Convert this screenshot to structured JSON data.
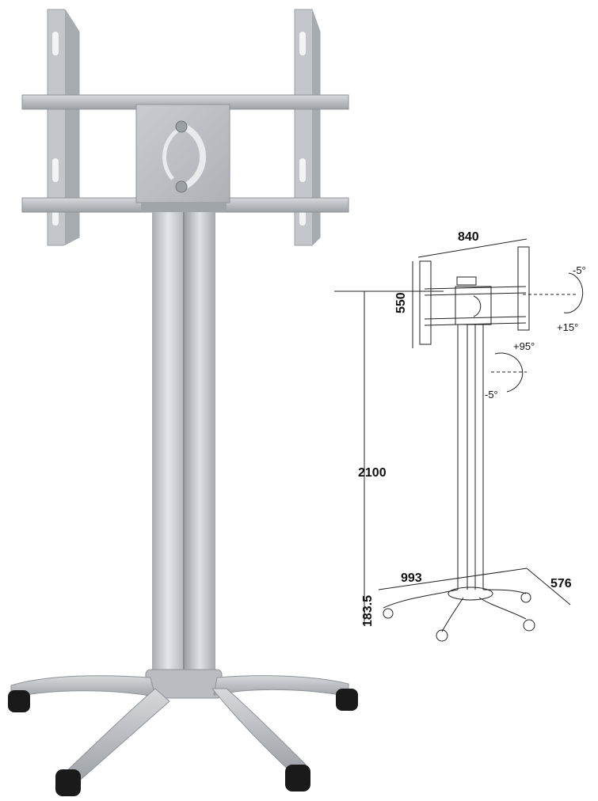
{
  "colors": {
    "metal_light": "#d3d6da",
    "metal_mid": "#b4b8bd",
    "metal_dark": "#8e9399",
    "wheel": "#1a1a1a",
    "line": "#222222"
  },
  "dimensions": {
    "width_top": "840",
    "height_bracket": "550",
    "total_height": "2100",
    "base_height": "183.5",
    "base_width": "993",
    "base_depth": "576"
  },
  "angles": {
    "tilt_up": "-5°",
    "tilt_down": "+15°",
    "swivel_right": "+95°",
    "swivel_left": "-5°"
  },
  "icons": {
    "photo": "tv-stand-photo-icon",
    "drawing": "tv-stand-line-drawing-icon"
  }
}
